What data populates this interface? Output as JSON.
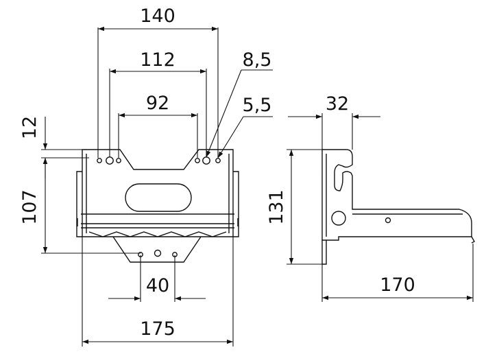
{
  "drawing": {
    "front_view": {
      "dim_overall_top": "140",
      "dim_hole_spacing_outer": "112",
      "dim_notch_width": "92",
      "dim_hole_large": "8,5",
      "dim_hole_small": "5,5",
      "dim_top_offset": "12",
      "dim_height": "107",
      "dim_bottom_holes": "40",
      "dim_overall_width": "175"
    },
    "side_view": {
      "dim_thickness": "32",
      "dim_height": "131",
      "dim_depth": "170"
    },
    "colors": {
      "line": "#111111",
      "background": "#ffffff"
    }
  }
}
